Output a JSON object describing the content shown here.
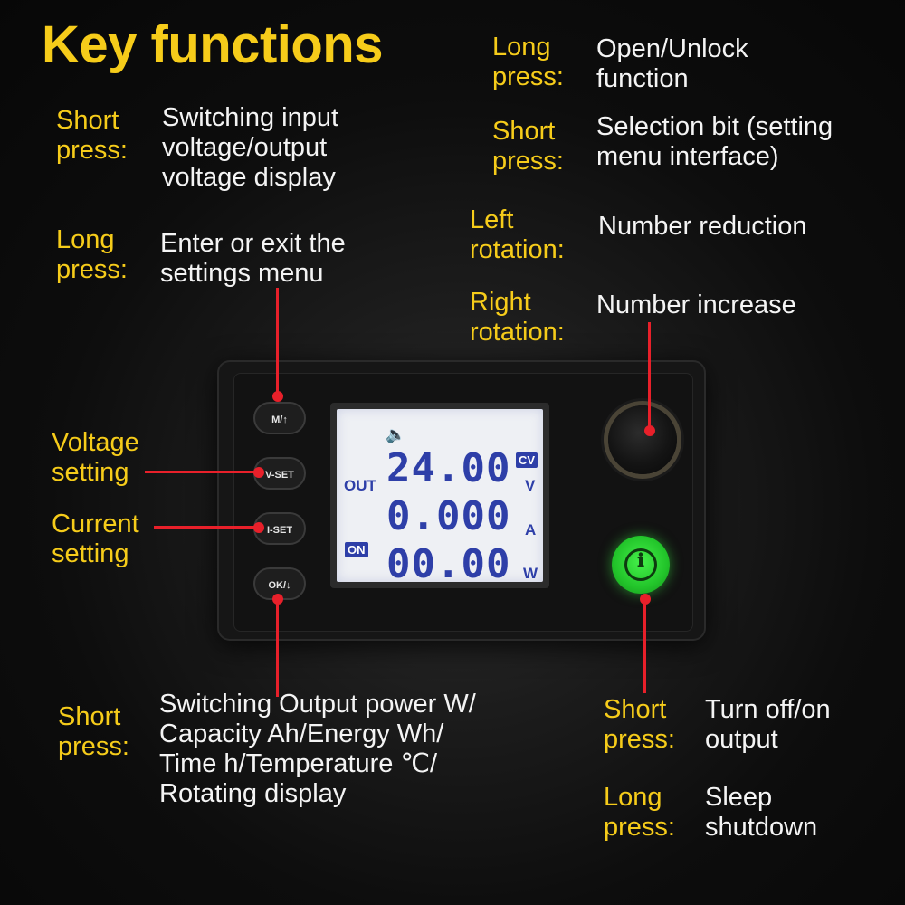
{
  "title": "Key functions",
  "left_top": {
    "short_label": "Short\npress:",
    "short_desc": "Switching input\nvoltage/output\nvoltage display",
    "long_label": "Long\npress:",
    "long_desc": "Enter or exit the\nsettings menu"
  },
  "voltage_setting": "Voltage\nsetting",
  "current_setting": "Current\nsetting",
  "left_bottom": {
    "label": "Short\npress:",
    "desc": "Switching Output power W/\nCapacity Ah/Energy Wh/\nTime h/Temperature ℃/\nRotating display"
  },
  "right_top": {
    "long_label": "Long\npress:",
    "long_desc": "Open/Unlock\nfunction",
    "short_label": "Short\npress:",
    "short_desc": "Selection bit (setting\nmenu interface)",
    "left_rot_label": "Left\nrotation:",
    "left_rot_desc": "Number reduction",
    "right_rot_label": "Right\nrotation:",
    "right_rot_desc": "Number increase"
  },
  "right_bottom": {
    "short_label": "Short\npress:",
    "short_desc": "Turn off/on\noutput",
    "long_label": "Long\npress:",
    "long_desc": "Sleep\nshutdown"
  },
  "buttons": {
    "m": "M/↑",
    "vset": "V-SET",
    "iset": "I-SET",
    "ok": "OK/↓"
  },
  "lcd": {
    "voltage": "24.00",
    "current": "0.000",
    "power": "00.00",
    "out": "OUT",
    "on": "ON",
    "cv": "CV",
    "unit_v": "V",
    "unit_a": "A",
    "unit_w": "W"
  },
  "colors": {
    "accent": "#f6cc1a",
    "pointer": "#e8202a",
    "lcd_segment": "#2e3fa8",
    "power_button": "#22c42a"
  },
  "icons": [
    "speaker-icon",
    "power-icon"
  ]
}
